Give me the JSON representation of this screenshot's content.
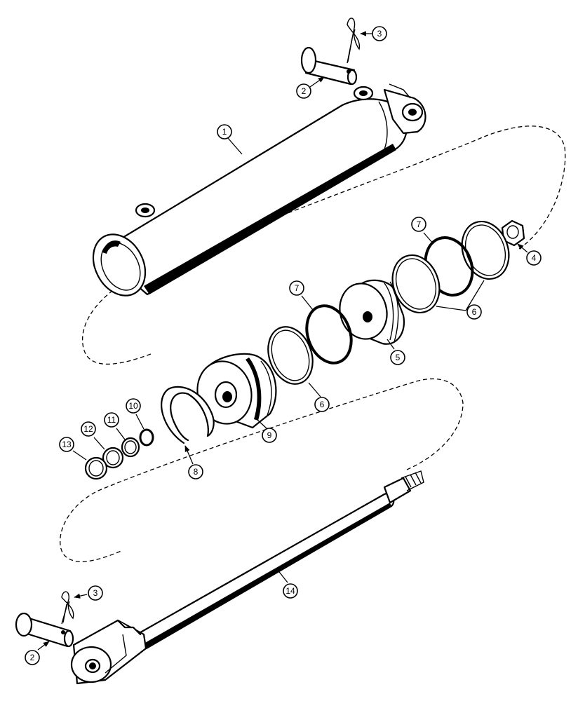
{
  "callouts": [
    {
      "label": "1"
    },
    {
      "label": "2"
    },
    {
      "label": "3"
    },
    {
      "label": "4"
    },
    {
      "label": "5"
    },
    {
      "label": "6"
    },
    {
      "label": "6"
    },
    {
      "label": "7"
    },
    {
      "label": "7"
    },
    {
      "label": "8"
    },
    {
      "label": "9"
    },
    {
      "label": "10"
    },
    {
      "label": "11"
    },
    {
      "label": "12"
    },
    {
      "label": "13"
    },
    {
      "label": "14"
    },
    {
      "label": "3"
    },
    {
      "label": "2"
    }
  ]
}
